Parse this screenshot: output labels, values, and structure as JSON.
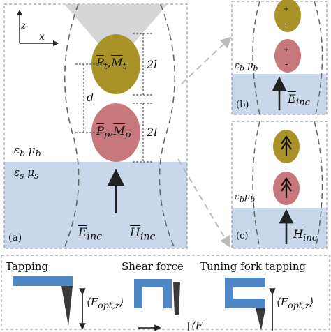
{
  "panel_a": {
    "label": "(a)",
    "axis_z": "z",
    "axis_x": "x",
    "tip_particle": {
      "p": "P",
      "p_sub": "t",
      "m": "M",
      "m_sub": "t",
      "sep": ","
    },
    "probe_particle": {
      "p": "P",
      "p_sub": "p",
      "m": "M",
      "m_sub": "p",
      "sep": ","
    },
    "dim_2l_top": "2l",
    "dim_2l_bottom": "2l",
    "dim_d": "d",
    "medium_b": {
      "eps": "ε",
      "eps_sub": "b",
      "mu": "μ",
      "mu_sub": "b"
    },
    "medium_s": {
      "eps": "ε",
      "eps_sub": "s",
      "mu": "μ",
      "mu_sub": "s"
    },
    "e_inc": {
      "sym": "E",
      "sub": "inc"
    },
    "h_inc": {
      "sym": "H",
      "sub": "inc"
    }
  },
  "panel_b": {
    "label": "(b)",
    "charge_top_plus": "+",
    "charge_top_minus": "-",
    "charge_bottom_plus": "+",
    "charge_bottom_minus": "-",
    "medium": {
      "eps": "ε",
      "eps_sub": "b",
      "mu": "μ",
      "mu_sub": "b"
    },
    "e_inc": {
      "sym": "E",
      "sub": "inc"
    }
  },
  "panel_c": {
    "label": "(c)",
    "medium": {
      "eps": "ε",
      "eps_sub": "b",
      "mu": "μ",
      "mu_sub": "b"
    },
    "h_inc": {
      "sym": "H",
      "sub": "inc"
    }
  },
  "bottom": {
    "tapping": "Tapping",
    "shear_force": "Shear force",
    "tuning_fork": "Tuning fork tapping",
    "force_label_1": "⟨F",
    "force_label_1_sub": "opt,z",
    "force_label_1_close": "⟩",
    "force_label_2": "⟨F",
    "force_label_2_sub": "opt,z",
    "force_label_2_close": "⟩",
    "force_label_3": "⟨F"
  },
  "colors": {
    "gold": "#a99227",
    "pink": "#c7787a",
    "substrate": "#c8d7ea",
    "tip_gray": "#d6d6d6",
    "blue_holder": "#4f86c6",
    "dark_tip": "#3a3a3a"
  }
}
